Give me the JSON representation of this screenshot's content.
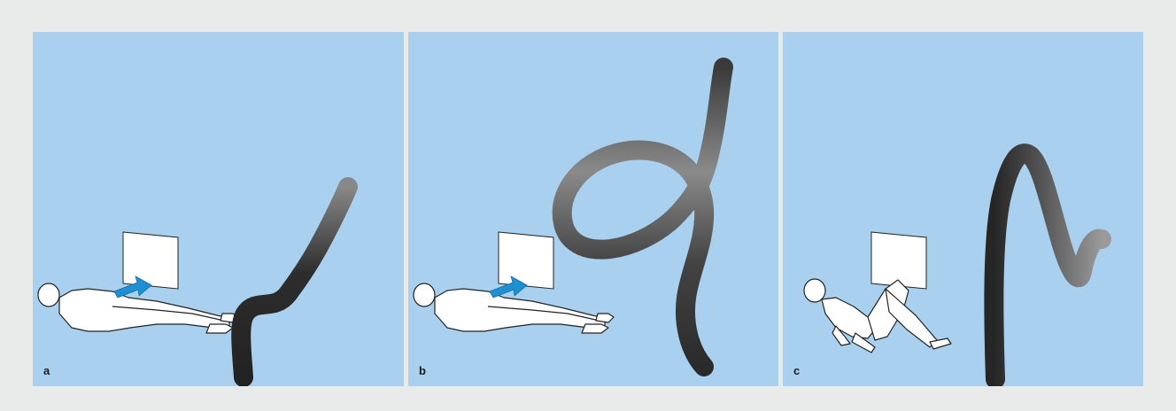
{
  "figure": {
    "panels": [
      {
        "id": "a",
        "label": "a",
        "description_icon": "supine-patient-with-abdominal-pressure"
      },
      {
        "id": "b",
        "label": "b",
        "description_icon": "supine-patient-with-abdominal-pressure"
      },
      {
        "id": "c",
        "label": "c",
        "description_icon": "patient-lying-on-back-knees-bent"
      }
    ]
  },
  "colors": {
    "background": "#e9eaea",
    "panel": "#a9d1ef",
    "scope_dark": "#2a2a2a",
    "scope_light": "#8f8f8f",
    "pressure_arrow": "#1e8fd0"
  }
}
